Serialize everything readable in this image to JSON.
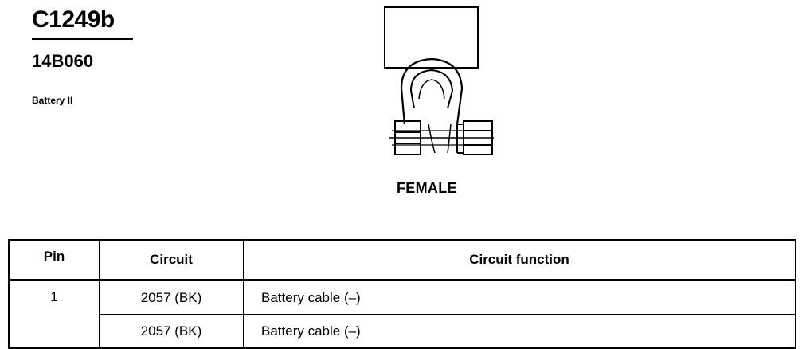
{
  "connector": {
    "id": "C1249b",
    "part_number": "14B060",
    "description": "Battery II"
  },
  "view_label": "FEMALE",
  "table": {
    "headers": {
      "pin": "Pin",
      "circuit": "Circuit",
      "function": "Circuit function"
    },
    "rows": [
      {
        "pin": "1",
        "circuit": "2057 (BK)",
        "function": "Battery cable (–)"
      },
      {
        "circuit": "2057 (BK)",
        "function": "Battery cable (–)"
      }
    ]
  }
}
